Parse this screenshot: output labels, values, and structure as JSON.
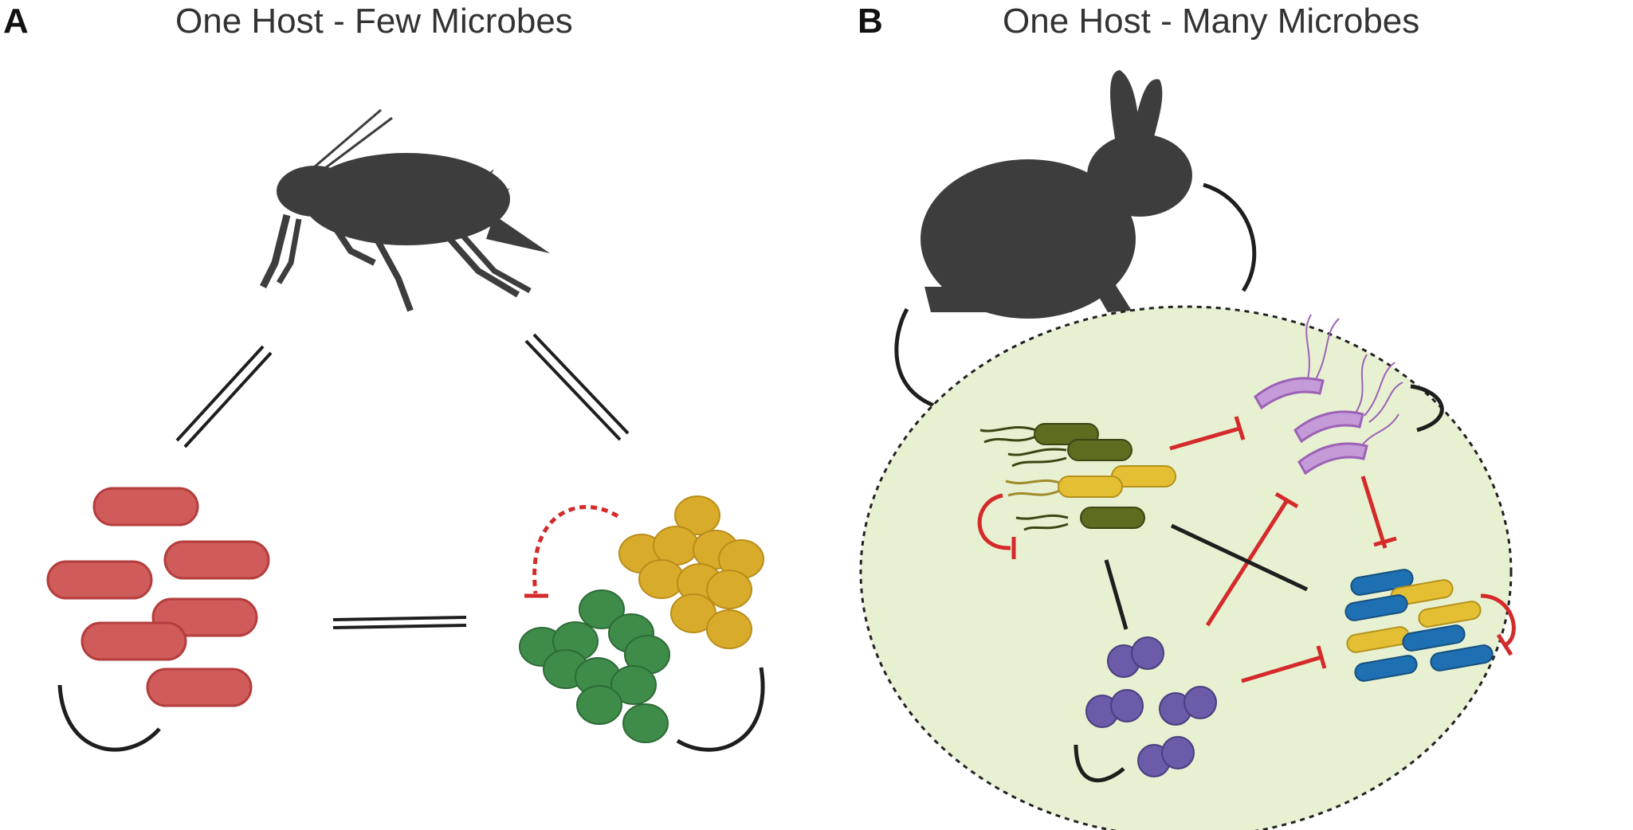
{
  "panels": [
    {
      "letter": "A",
      "title": "One Host - Few Microbes"
    },
    {
      "letter": "B",
      "title": "One Host - Many Microbes"
    }
  ],
  "colors": {
    "host": "#3d3d3d",
    "arrow": "#1e1e1e",
    "inhibition": "#d42a2a",
    "community_bg": "#e8f0d2",
    "rod_red": "#cf5b5b",
    "cocci_yellow": "#d9ab2a",
    "cocci_green": "#3f8c4a",
    "rod_olive": "#5e6c20",
    "rod_gold": "#e5bf33",
    "spiral_purple": "#c59ad8",
    "diplococci_purple": "#6b5ba8",
    "rod_blue": "#1f6fb3"
  },
  "icons": [
    "aphid-host-icon",
    "rabbit-host-icon",
    "red-rod-bacteria-icon",
    "yellow-green-cocci-icon",
    "flagellated-rod-bacteria-icon",
    "spiral-bacteria-icon",
    "blue-yellow-rod-bacteria-icon",
    "purple-diplococci-icon"
  ]
}
